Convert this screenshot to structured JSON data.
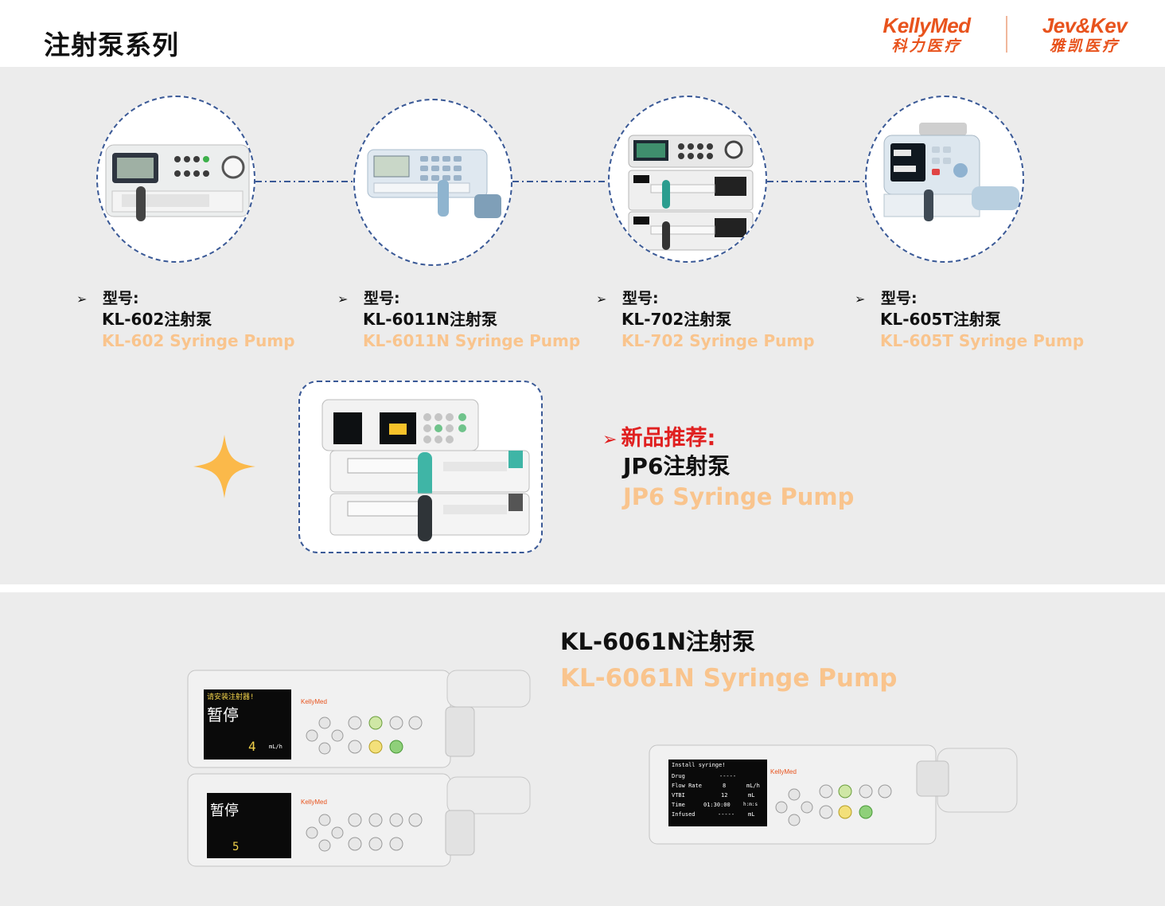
{
  "header": {
    "title": "注射泵系列",
    "logos": [
      {
        "en": "KellyMed",
        "cn": "科力医疗"
      },
      {
        "en": "Jev&Kev",
        "cn": "雅凯医疗"
      }
    ]
  },
  "products": [
    {
      "label": "型号:",
      "model_cn": "KL-602注射泵",
      "model_en": "KL-602 Syringe Pump"
    },
    {
      "label": "型号:",
      "model_cn": "KL-6011N注射泵",
      "model_en": "KL-6011N Syringe Pump"
    },
    {
      "label": "型号:",
      "model_cn": "KL-702注射泵",
      "model_en": "KL-702 Syringe Pump"
    },
    {
      "label": "型号:",
      "model_cn": "KL-605T注射泵",
      "model_en": "KL-605T Syringe Pump"
    }
  ],
  "new_product": {
    "label": "新品推荐:",
    "model_cn": "JP6注射泵",
    "model_en": "JP6 Syringe Pump"
  },
  "featured": {
    "model_cn": "KL-6061N注射泵",
    "model_en": "KL-6061N Syringe Pump",
    "brand": "KellyMed",
    "screen_top": {
      "header": "请安装注射器!",
      "status": "暂停",
      "rate": "4",
      "unit": "mL/h"
    },
    "screen_bottom": {
      "status": "暂停",
      "rate": "5"
    },
    "screen_single": {
      "header": "Install syringe!",
      "rows": [
        {
          "k": "Drug",
          "v": "-----",
          "u": ""
        },
        {
          "k": "Flow Rate",
          "v": "8",
          "u": "mL/h"
        },
        {
          "k": "VTBI",
          "v": "12",
          "u": "mL"
        },
        {
          "k": "Time",
          "v": "01:30:00",
          "u": "h:m:s"
        },
        {
          "k": "Infused",
          "v": "-----",
          "u": "mL"
        }
      ]
    }
  },
  "colors": {
    "accent_orange": "#f9c48d",
    "brand_red": "#e8531d",
    "alert_red": "#e02020",
    "dashed_border": "#3a5996",
    "band_gray": "#ececec"
  }
}
